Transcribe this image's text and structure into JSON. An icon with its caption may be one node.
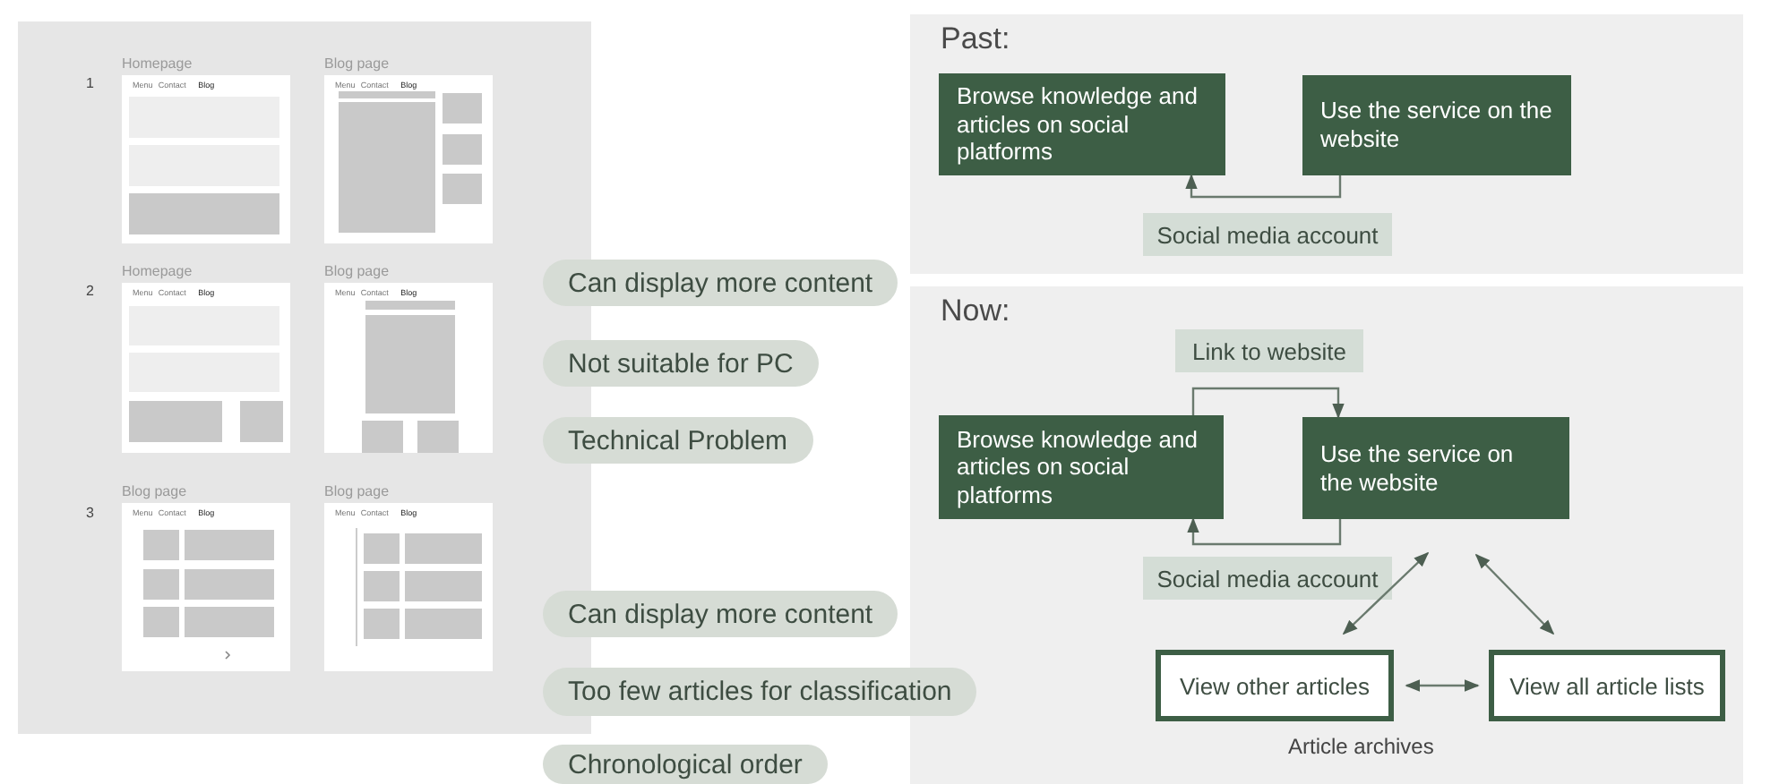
{
  "diagram": {
    "nodes": [
      {
        "text": [
          "Homepage",
          "Menu",
          "Contact",
          "Blog"
        ]
      },
      {
        "text": [
          "Blog page",
          "Menu",
          "Contact",
          "Blog"
        ]
      },
      {
        "text": [
          "Homepage",
          "Menu",
          "Contact",
          "Blog"
        ]
      },
      {
        "text": [
          "Blog page",
          "Menu",
          "Contact",
          "Blog"
        ]
      },
      {
        "text": [
          "Blog page",
          "Menu",
          "Contact",
          "Blog"
        ]
      },
      {
        "text": [
          "Blog page",
          "Menu",
          "Contact",
          "Blog"
        ]
      },
      {
        "text": [
          "Can display more content"
        ]
      },
      {
        "text": [
          "Not suitable for PC"
        ]
      },
      {
        "text": [
          "Technical Problem"
        ]
      },
      {
        "text": [
          "Can display more content"
        ]
      },
      {
        "text": [
          "Too few articles for classification"
        ]
      },
      {
        "text": [
          "Chronological order"
        ]
      },
      {
        "text": [
          "Past:"
        ]
      },
      {
        "text": [
          "Browse knowledge and articles on social platforms"
        ],
        "in": 12
      },
      {
        "text": [
          "Use the service on the website"
        ],
        "in": 12
      },
      {
        "text": [
          "Social media account"
        ],
        "in": 12
      },
      {
        "text": [
          "Now:"
        ]
      },
      {
        "text": [
          "Link to website"
        ],
        "in": 16
      },
      {
        "text": [
          "Browse knowledge and articles on social platforms"
        ],
        "in": 16
      },
      {
        "text": [
          "Use the service on the website"
        ],
        "in": 16
      },
      {
        "text": [
          "Social media account"
        ],
        "in": 16
      },
      {
        "text": [
          "View other articles"
        ],
        "in": 16
      },
      {
        "text": [
          "View all article lists"
        ],
        "in": 16
      }
    ],
    "edges": [
      {
        "from": 14,
        "to": 13,
        "arrow": "to"
      },
      {
        "from": 18,
        "to": 19,
        "arrow": "to"
      },
      {
        "from": 19,
        "to": 18,
        "arrow": "to"
      },
      {
        "from": 19,
        "to": 21,
        "arrow": "both"
      },
      {
        "from": 19,
        "to": 22,
        "arrow": "both"
      },
      {
        "from": 21,
        "to": 22,
        "arrow": "both"
      }
    ],
    "labels": [
      "1",
      "2",
      "3",
      "Article archives"
    ]
  }
}
